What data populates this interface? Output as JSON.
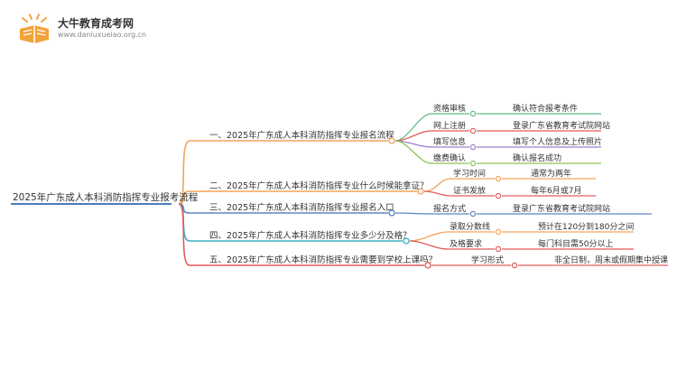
{
  "logo": {
    "title": "大牛教育成考网",
    "url": "www.daniuxueiao.org.cn"
  },
  "root": {
    "label": "2025年广东成人本科消防指挥专业报考流程"
  },
  "branches": [
    {
      "label": "一、2025年广东成人本科消防指挥专业报名流程",
      "color": "#f5a35b",
      "items": [
        {
          "label": "资格审核",
          "value": "确认符合报考条件",
          "color": "#60b98a"
        },
        {
          "label": "网上注册",
          "value": "登录广东省教育考试院网站",
          "color": "#e35a5a"
        },
        {
          "label": "填写信息",
          "value": "填写个人信息及上传照片",
          "color": "#9c7fd0"
        },
        {
          "label": "缴费确认",
          "value": "确认报名成功",
          "color": "#8cc152"
        }
      ]
    },
    {
      "label": "二、2025年广东成人本科消防指挥专业什么时候能拿证？",
      "color": "#f5a35b",
      "items": [
        {
          "label": "学习时间",
          "value": "通常为两年",
          "color": "#f5a35b"
        },
        {
          "label": "证书发放",
          "value": "每年6月或7月",
          "color": "#e35a5a"
        }
      ]
    },
    {
      "label": "三、2025年广东成人本科消防指挥专业报名入口",
      "color": "#5a86c5",
      "items": [
        {
          "label": "报名方式",
          "value": "登录广东省教育考试院网站",
          "color": "#5a86c5"
        }
      ]
    },
    {
      "label": "四、2025年广东成人本科消防指挥专业多少分及格？",
      "color": "#3ab0c0",
      "items": [
        {
          "label": "录取分数线",
          "value": "预计在120分到180分之间",
          "color": "#f5a35b"
        },
        {
          "label": "及格要求",
          "value": "每门科目需50分以上",
          "color": "#e35a5a"
        }
      ]
    },
    {
      "label": "五、2025年广东成人本科消防指挥专业需要到学校上课吗？",
      "color": "#e35a5a",
      "items": [
        {
          "label": "学习形式",
          "value": "非全日制，周末或假期集中授课",
          "color": "#e35a5a"
        }
      ]
    }
  ]
}
